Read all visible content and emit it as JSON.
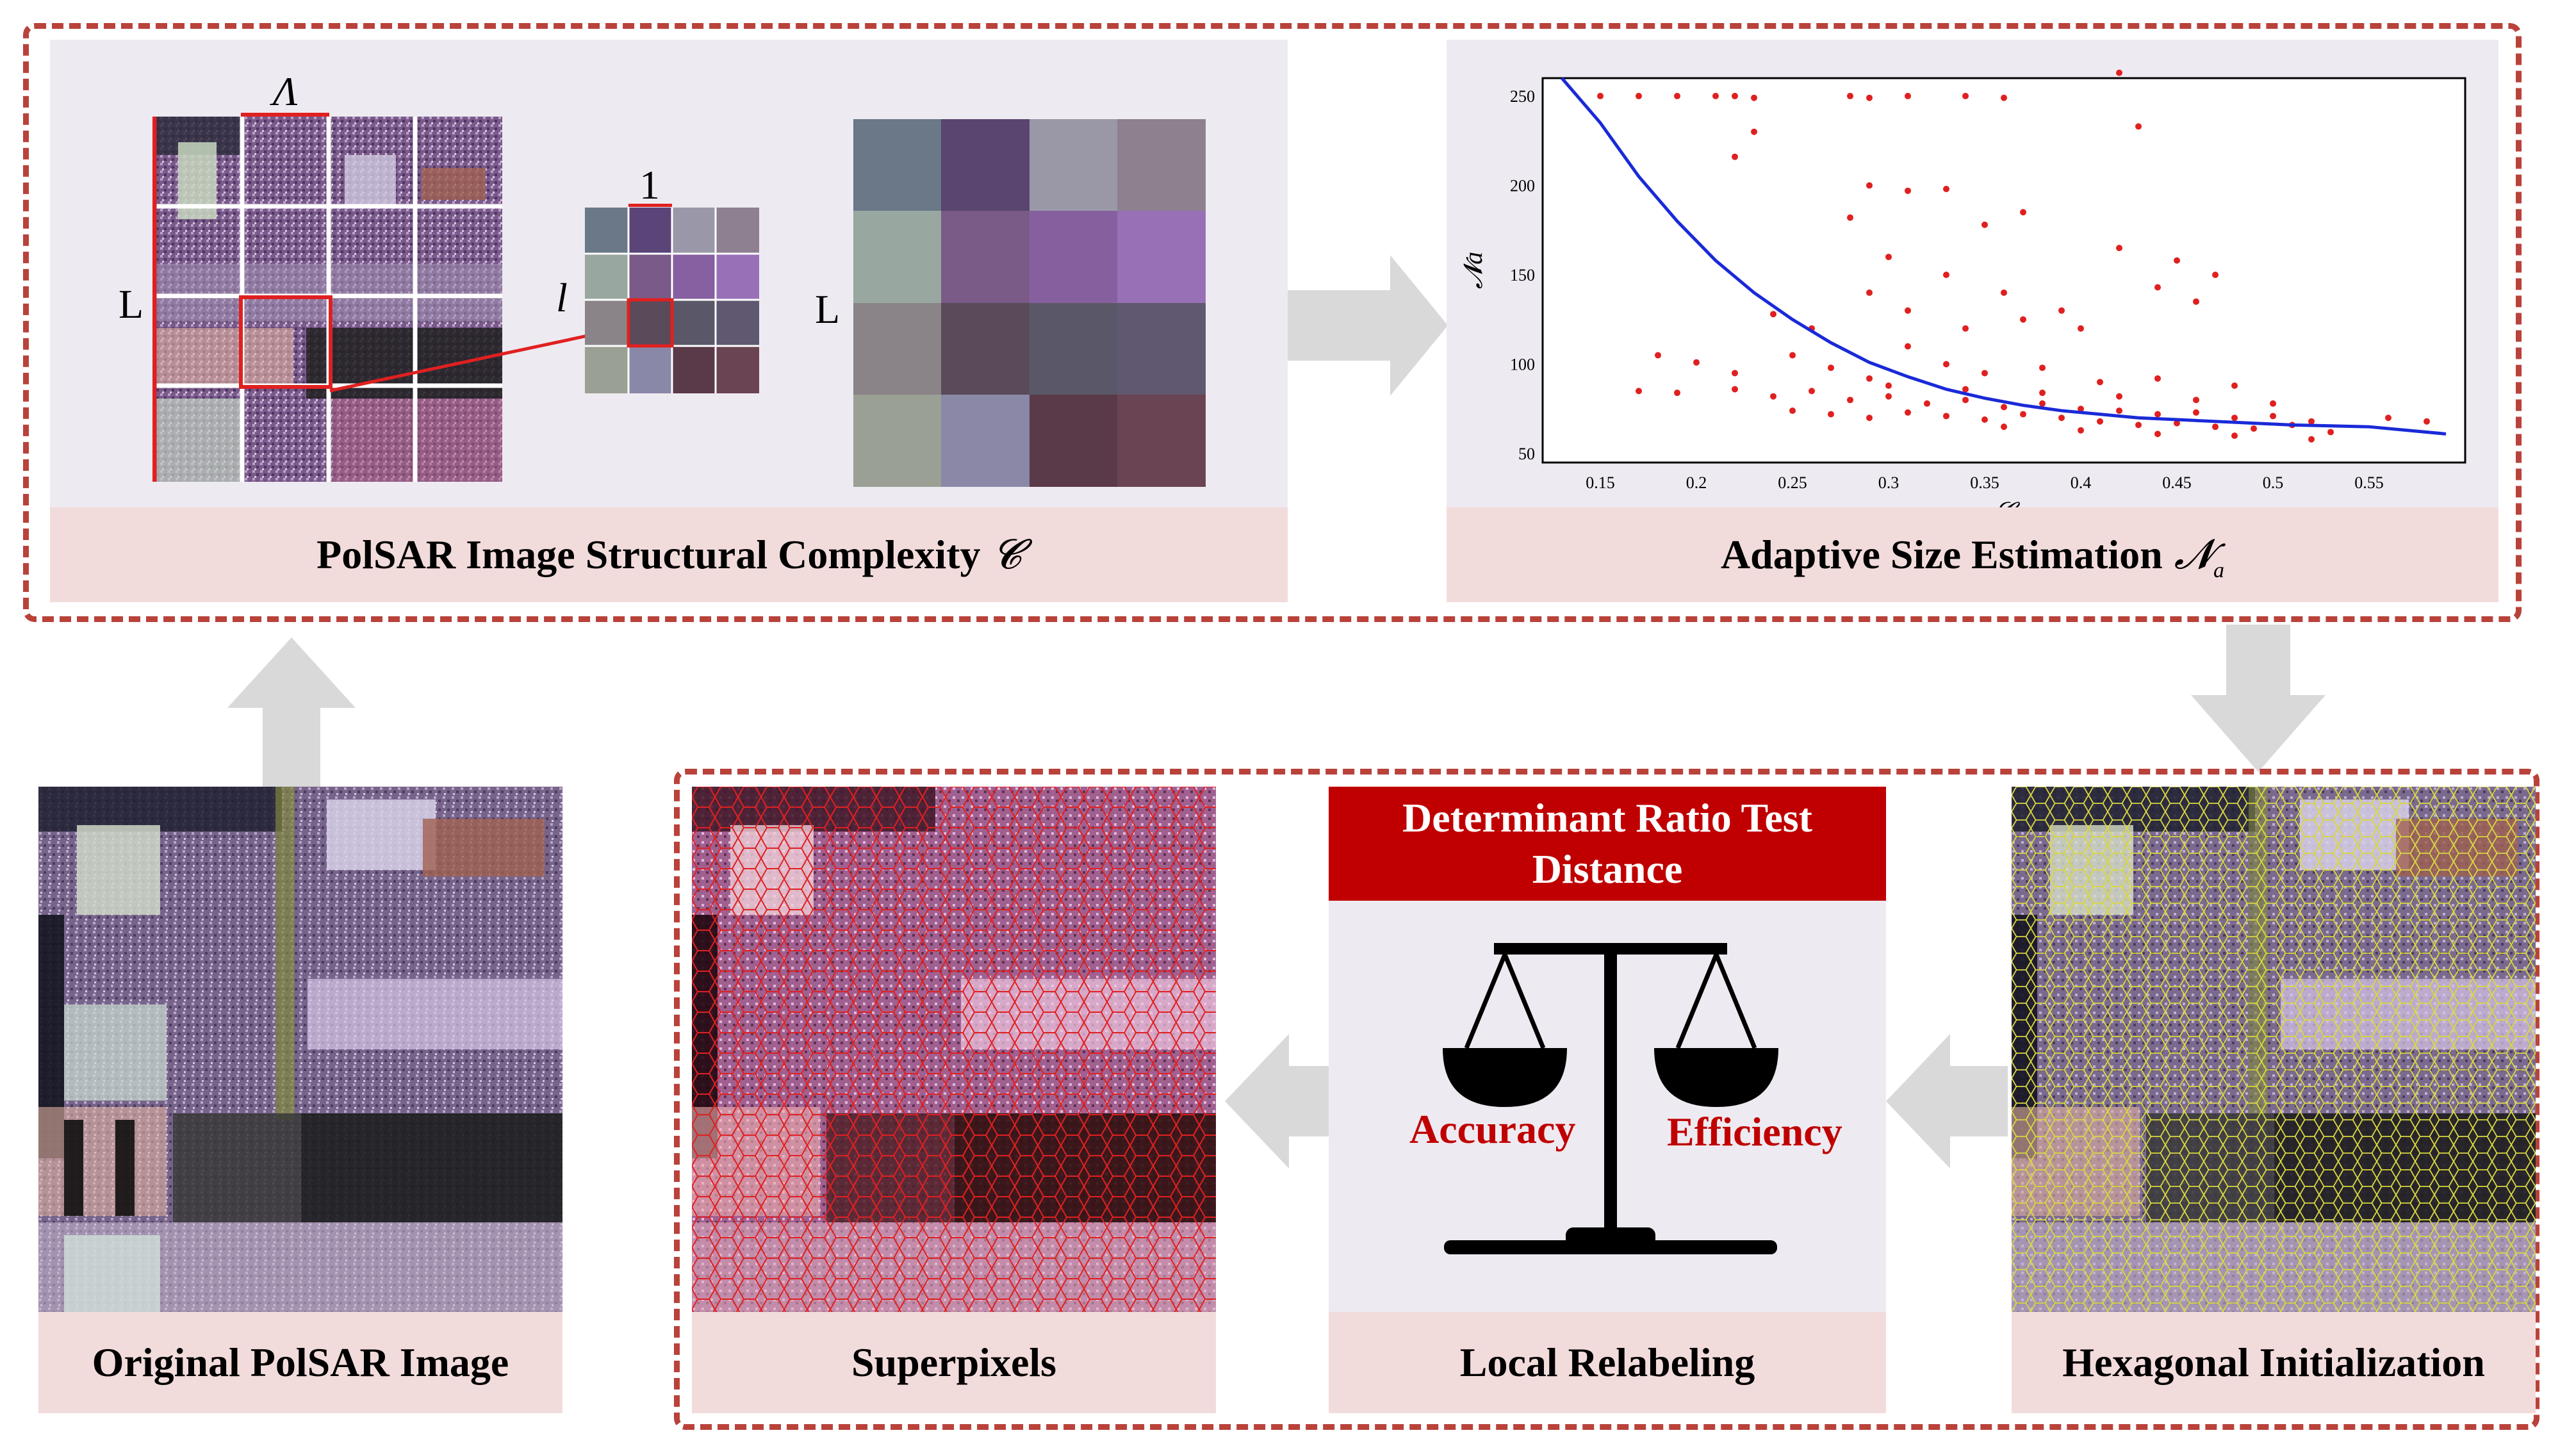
{
  "top_left": {
    "caption": "PolSAR Image Structural Complexity",
    "caption_symbol": "𝓒",
    "lambda_label": "Λ",
    "L_label": "L",
    "one_label": "1",
    "l_label": "l",
    "L_label_2": "L"
  },
  "top_right": {
    "caption": "Adaptive Size Estimation",
    "caption_symbol": "𝓝",
    "caption_subscript": "a"
  },
  "bottom": {
    "original_caption": "Original PolSAR Image",
    "superpixels_caption": "Superpixels",
    "relabeling_caption": "Local Relabeling",
    "relabeling_header_line1": "Determinant Ratio Test",
    "relabeling_header_line2": "Distance",
    "accuracy_label": "Accuracy",
    "efficiency_label": "Efficiency",
    "hexagonal_caption": "Hexagonal Initialization"
  },
  "colors": {
    "dash": "#b9423a",
    "caption_bg": "#f2dcdb",
    "panel_bg": "#eeeaf1",
    "header_red": "#c00000",
    "label_red": "#c00000",
    "arrow_gray": "#d9d9d9"
  },
  "chart_data": {
    "type": "scatter",
    "xlabel": "𝓒",
    "ylabel": "𝓝a",
    "xlim": [
      0.12,
      0.6
    ],
    "ylim": [
      45,
      260
    ],
    "xticks": [
      "0.15",
      "0.2",
      "0.25",
      "0.3",
      "0.35",
      "0.4",
      "0.45",
      "0.5",
      "0.55"
    ],
    "yticks": [
      "50",
      "100",
      "150",
      "200",
      "250"
    ],
    "grid": true,
    "series": [
      {
        "type": "scatter",
        "color": "#e02020",
        "points": [
          [
            0.15,
            250
          ],
          [
            0.17,
            250
          ],
          [
            0.19,
            250
          ],
          [
            0.21,
            250
          ],
          [
            0.22,
            250
          ],
          [
            0.23,
            249
          ],
          [
            0.28,
            250
          ],
          [
            0.29,
            249
          ],
          [
            0.31,
            250
          ],
          [
            0.34,
            250
          ],
          [
            0.36,
            249
          ],
          [
            0.42,
            263
          ],
          [
            0.43,
            233
          ],
          [
            0.22,
            216
          ],
          [
            0.23,
            230
          ],
          [
            0.29,
            200
          ],
          [
            0.31,
            197
          ],
          [
            0.33,
            198
          ],
          [
            0.35,
            178
          ],
          [
            0.37,
            185
          ],
          [
            0.42,
            165
          ],
          [
            0.45,
            158
          ],
          [
            0.47,
            150
          ],
          [
            0.28,
            182
          ],
          [
            0.3,
            160
          ],
          [
            0.33,
            150
          ],
          [
            0.36,
            140
          ],
          [
            0.39,
            130
          ],
          [
            0.44,
            143
          ],
          [
            0.24,
            128
          ],
          [
            0.26,
            120
          ],
          [
            0.29,
            140
          ],
          [
            0.31,
            130
          ],
          [
            0.34,
            120
          ],
          [
            0.37,
            125
          ],
          [
            0.4,
            120
          ],
          [
            0.46,
            135
          ],
          [
            0.18,
            105
          ],
          [
            0.2,
            101
          ],
          [
            0.22,
            95
          ],
          [
            0.25,
            105
          ],
          [
            0.27,
            98
          ],
          [
            0.29,
            92
          ],
          [
            0.31,
            110
          ],
          [
            0.33,
            100
          ],
          [
            0.35,
            95
          ],
          [
            0.38,
            98
          ],
          [
            0.41,
            90
          ],
          [
            0.44,
            92
          ],
          [
            0.48,
            88
          ],
          [
            0.17,
            85
          ],
          [
            0.19,
            84
          ],
          [
            0.22,
            86
          ],
          [
            0.24,
            82
          ],
          [
            0.26,
            85
          ],
          [
            0.28,
            80
          ],
          [
            0.3,
            82
          ],
          [
            0.32,
            78
          ],
          [
            0.34,
            80
          ],
          [
            0.36,
            76
          ],
          [
            0.38,
            78
          ],
          [
            0.4,
            75
          ],
          [
            0.42,
            74
          ],
          [
            0.44,
            72
          ],
          [
            0.46,
            73
          ],
          [
            0.48,
            70
          ],
          [
            0.5,
            71
          ],
          [
            0.52,
            68
          ],
          [
            0.25,
            74
          ],
          [
            0.27,
            72
          ],
          [
            0.29,
            70
          ],
          [
            0.31,
            73
          ],
          [
            0.33,
            71
          ],
          [
            0.35,
            69
          ],
          [
            0.37,
            72
          ],
          [
            0.39,
            70
          ],
          [
            0.41,
            68
          ],
          [
            0.43,
            66
          ],
          [
            0.45,
            67
          ],
          [
            0.47,
            65
          ],
          [
            0.49,
            64
          ],
          [
            0.51,
            66
          ],
          [
            0.53,
            62
          ],
          [
            0.3,
            88
          ],
          [
            0.34,
            86
          ],
          [
            0.38,
            84
          ],
          [
            0.42,
            82
          ],
          [
            0.46,
            80
          ],
          [
            0.5,
            78
          ],
          [
            0.36,
            65
          ],
          [
            0.4,
            63
          ],
          [
            0.44,
            61
          ],
          [
            0.48,
            60
          ],
          [
            0.52,
            58
          ],
          [
            0.56,
            70
          ],
          [
            0.58,
            68
          ]
        ]
      },
      {
        "type": "line",
        "color": "#1a2ad8",
        "points": [
          [
            0.13,
            265
          ],
          [
            0.15,
            235
          ],
          [
            0.17,
            205
          ],
          [
            0.19,
            180
          ],
          [
            0.21,
            158
          ],
          [
            0.23,
            140
          ],
          [
            0.25,
            125
          ],
          [
            0.27,
            112
          ],
          [
            0.29,
            101
          ],
          [
            0.31,
            93
          ],
          [
            0.33,
            86
          ],
          [
            0.35,
            81
          ],
          [
            0.37,
            77
          ],
          [
            0.39,
            74
          ],
          [
            0.41,
            72
          ],
          [
            0.43,
            70
          ],
          [
            0.45,
            69
          ],
          [
            0.47,
            68
          ],
          [
            0.49,
            67
          ],
          [
            0.51,
            66
          ],
          [
            0.53,
            65.5
          ],
          [
            0.55,
            65
          ],
          [
            0.57,
            63
          ],
          [
            0.59,
            61
          ]
        ]
      }
    ]
  }
}
